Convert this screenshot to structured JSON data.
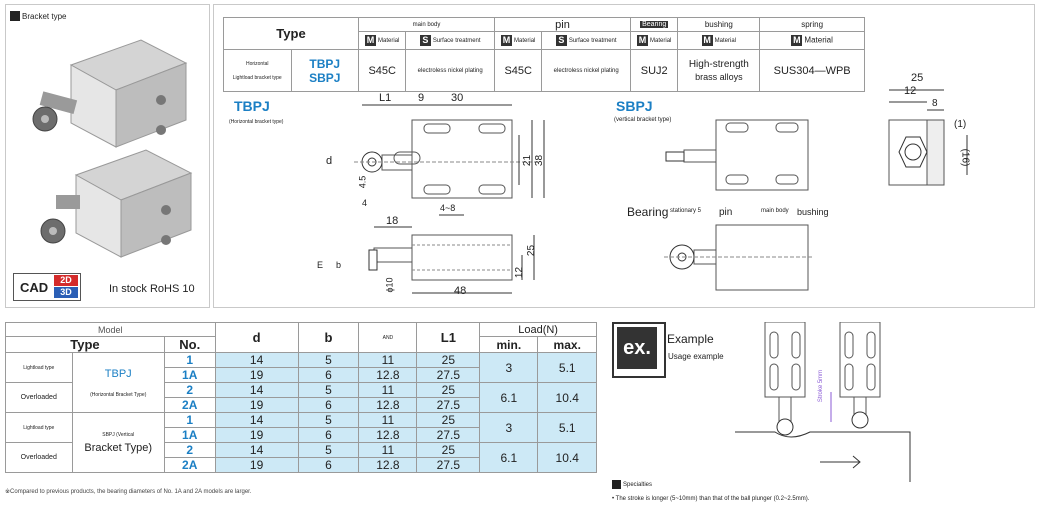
{
  "header": {
    "bracket_type_label": "Bracket type",
    "cad_label": "CAD",
    "cad_2d": "2D",
    "cad_3d": "3D",
    "stock_text": "In stock RoHS 10"
  },
  "spec_table": {
    "type_header": "Type",
    "main_body": "main body",
    "pin": "pin",
    "bearing": "Bearing",
    "bushing": "bushing",
    "spring": "spring",
    "material": "Material",
    "surface_treatment": "Surface treatment",
    "m_icon": "M",
    "s_icon": "S",
    "row_h_note": "Horizontal",
    "row_v_note": "Lightload bracket type",
    "code_1": "TBPJ",
    "code_2": "SBPJ",
    "body_mat": "S45C",
    "body_surface": "electroless nickel plating",
    "pin_mat": "S45C",
    "pin_surface": "electroless nickel plating",
    "bearing_mat": "SUJ2",
    "bushing_mat_1": "High-strength",
    "bushing_mat_2": "brass alloys",
    "spring_mat": "SUS304—WPB"
  },
  "drawings": {
    "tbpj_title": "TBPJ",
    "tbpj_sub": "(Horizontal bracket type)",
    "sbpj_title": "SBPJ",
    "sbpj_sub": "(vertical bracket type)",
    "dim_L1": "L1",
    "dim_9": "9",
    "dim_30": "30",
    "dim_d": "d",
    "dim_21": "21",
    "dim_38": "38",
    "dim_45": "4.5",
    "dim_4": "4",
    "dim_48r": "4~8",
    "dim_18": "18",
    "dim_E": "E",
    "dim_b": "b",
    "dim_phi10": "ϕ10",
    "dim_25": "25",
    "dim_12": "12",
    "dim_48": "48",
    "dim_stroke": "Stroke 5",
    "lbl_bearing": "Bearing",
    "lbl_stationary": "stationary 5",
    "lbl_pin": "pin",
    "lbl_mainbody": "main body",
    "lbl_bushing": "bushing",
    "side_25": "25",
    "side_12": "12",
    "side_8": "8",
    "side_1": "(1)",
    "side_16": "(16)"
  },
  "model_table": {
    "model": "Model",
    "type": "Type",
    "no": "No.",
    "d": "d",
    "b": "b",
    "and": "AND",
    "L1": "L1",
    "load": "Load(N)",
    "min": "min.",
    "max": "max.",
    "light_load": "Lightload type",
    "overloaded": "Overloaded",
    "tbpj": "TBPJ",
    "tbpj_sub": "(Horizontal Bracket Type)",
    "sbpj_sub": "SBPJ (Vertical",
    "sbpj_sub2": "Bracket Type)",
    "rows": [
      {
        "no": "1",
        "d": "14",
        "b": "5",
        "e": "11",
        "l1": "25"
      },
      {
        "no": "1A",
        "d": "19",
        "b": "6",
        "e": "12.8",
        "l1": "27.5"
      },
      {
        "no": "2",
        "d": "14",
        "b": "5",
        "e": "11",
        "l1": "25"
      },
      {
        "no": "2A",
        "d": "19",
        "b": "6",
        "e": "12.8",
        "l1": "27.5"
      },
      {
        "no": "1",
        "d": "14",
        "b": "5",
        "e": "11",
        "l1": "25"
      },
      {
        "no": "1A",
        "d": "19",
        "b": "6",
        "e": "12.8",
        "l1": "27.5"
      },
      {
        "no": "2",
        "d": "14",
        "b": "5",
        "e": "11",
        "l1": "25"
      },
      {
        "no": "2A",
        "d": "19",
        "b": "6",
        "e": "12.8",
        "l1": "27.5"
      }
    ],
    "loads": [
      {
        "min": "3",
        "max": "5.1"
      },
      {
        "min": "6.1",
        "max": "10.4"
      },
      {
        "min": "3",
        "max": "5.1"
      },
      {
        "min": "6.1",
        "max": "10.4"
      }
    ],
    "footnote": "※Compared to previous products, the bearing diameters of No. 1A and 2A models are larger."
  },
  "example": {
    "icon": "ex.",
    "title": "Example",
    "subtitle": "Usage example",
    "stroke_label": "Stroke 5mm",
    "specialties": "Specialties",
    "note": "•  The stroke is longer (5~10mm) than that of the ball plunger (0.2~2.5mm)."
  },
  "colors": {
    "accent_blue": "#1b7fc4",
    "cell_blue": "#cde9f6",
    "cad_red": "#d42b2b",
    "cad_blue": "#2b5fb6"
  }
}
